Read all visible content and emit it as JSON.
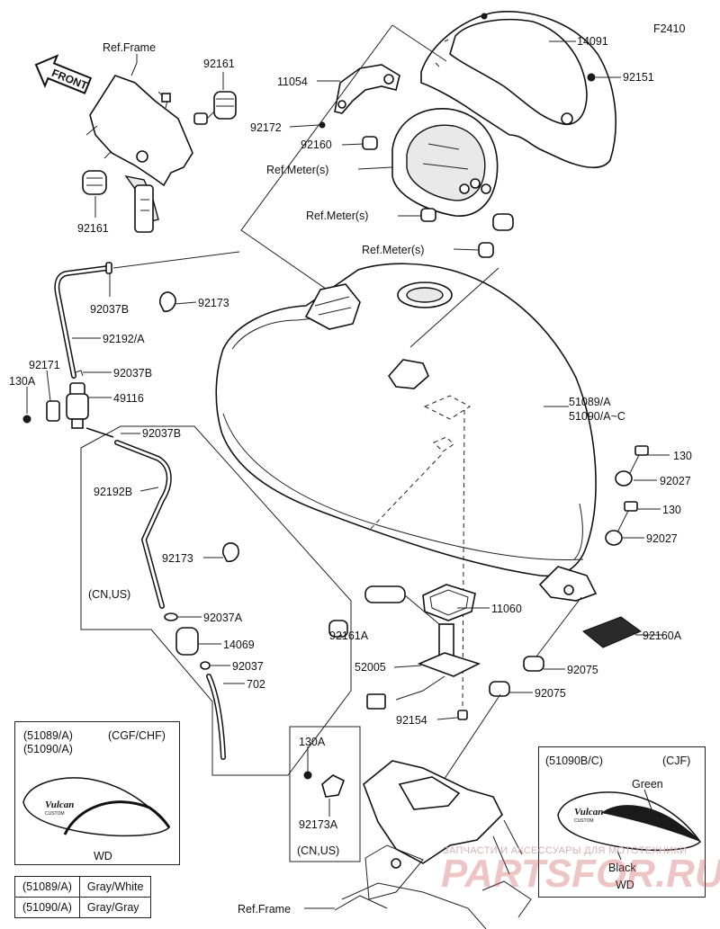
{
  "figure_code": "F2410",
  "front_label": "FRONT",
  "callouts": {
    "ref_frame_top": "Ref.Frame",
    "p92161_a": "92161",
    "p92161_b": "92161",
    "p11054": "11054",
    "p92172": "92172",
    "p92160": "92160",
    "ref_meter_1": "Ref.Meter(s)",
    "ref_meter_2": "Ref.Meter(s)",
    "ref_meter_3": "Ref.Meter(s)",
    "p14091": "14091",
    "p92151": "92151",
    "p92037b_1": "92037B",
    "p92173_1": "92173",
    "p92192a": "92192/A",
    "p92171": "92171",
    "p130a_1": "130A",
    "p92037b_2": "92037B",
    "p49116": "49116",
    "p92037b_3": "92037B",
    "p92192b": "92192B",
    "p92173_2": "92173",
    "cn_us_1": "(CN,US)",
    "p92037a": "92037A",
    "p14069": "14069",
    "p92037": "92037",
    "p702": "702",
    "p51089a": "51089/A",
    "p51090ac": "51090/A~C",
    "p130_1": "130",
    "p92027_1": "92027",
    "p130_2": "130",
    "p92027_2": "92027",
    "p11060": "11060",
    "p92161a": "92161A",
    "p52005": "52005",
    "p92160a": "92160A",
    "p92075_1": "92075",
    "p92075_2": "92075",
    "p92154": "92154",
    "p130a_2": "130A",
    "p92173a": "92173A",
    "cn_us_2": "(CN,US)",
    "ref_frame_bottom": "Ref.Frame"
  },
  "left_inset": {
    "line1": "(51089/A)",
    "line2": "(51090/A)",
    "model": "(CGF/CHF)",
    "brand": "Vulcan",
    "brand_sub": "CUSTOM",
    "caption": "WD"
  },
  "right_inset": {
    "line1": "(51090B/C)",
    "model": "(CJF)",
    "green_label": "Green",
    "black_label": "Black",
    "brand": "Vulcan",
    "brand_sub": "CUSTOM",
    "caption": "WD"
  },
  "color_table": [
    {
      "part": "(51089/A)",
      "color": "Gray/White"
    },
    {
      "part": "(51090/A)",
      "color": "Gray/Gray"
    }
  ],
  "watermark": {
    "tagline": "ЗАПЧАСТИ И АКСЕССУАРЫ ДЛЯ МОТОТЕХНИКИ",
    "site": "PARTSFOR.RU"
  }
}
